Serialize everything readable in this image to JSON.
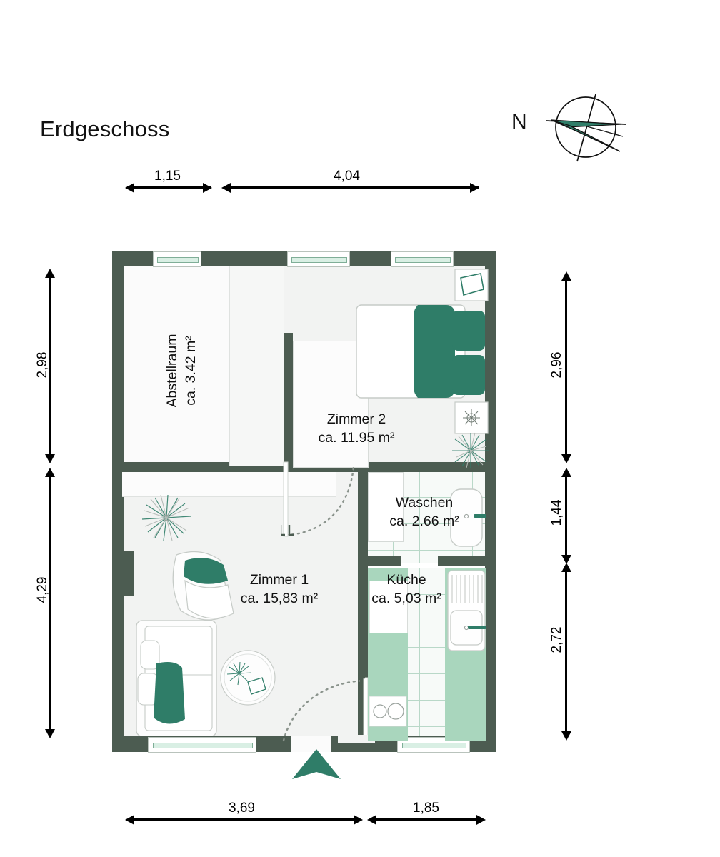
{
  "plan": {
    "title": "Erdgeschoss",
    "compass": {
      "label": "N",
      "icon": "compass-rose-icon"
    },
    "accent_color": "#2f7d68",
    "wall_color": "#4c5c51",
    "counter_color": "#a9d6bd",
    "floor_color": "#f2f3f2",
    "tile_line_color": "#b9d8c8"
  },
  "dimensions": {
    "top": [
      {
        "label": "1,15",
        "side": "top"
      },
      {
        "label": "4,04",
        "side": "top"
      }
    ],
    "left": [
      {
        "label": "2,98",
        "side": "left"
      },
      {
        "label": "4,29",
        "side": "left"
      }
    ],
    "right": [
      {
        "label": "2,96",
        "side": "right"
      },
      {
        "label": "1,44",
        "side": "right"
      },
      {
        "label": "2,72",
        "side": "right"
      }
    ],
    "bottom": [
      {
        "label": "3,69",
        "side": "bottom"
      },
      {
        "label": "1,85",
        "side": "bottom"
      }
    ]
  },
  "rooms": [
    {
      "name": "Abstellraum",
      "area": "ca. 3.42 m²",
      "orientation": "vertical"
    },
    {
      "name": "Zimmer 2",
      "area": "ca. 11.95 m²",
      "orientation": "horizontal"
    },
    {
      "name": "Zimmer 1",
      "area": "ca. 15,83 m²",
      "orientation": "horizontal"
    },
    {
      "name": "Waschen",
      "area": "ca. 2.66 m²",
      "orientation": "horizontal"
    },
    {
      "name": "Küche",
      "area": "ca. 5,03 m²",
      "orientation": "horizontal"
    }
  ],
  "features": {
    "entrance_marker": "entrance-arrow-icon",
    "windows_count": 5,
    "doors_count": 2
  }
}
